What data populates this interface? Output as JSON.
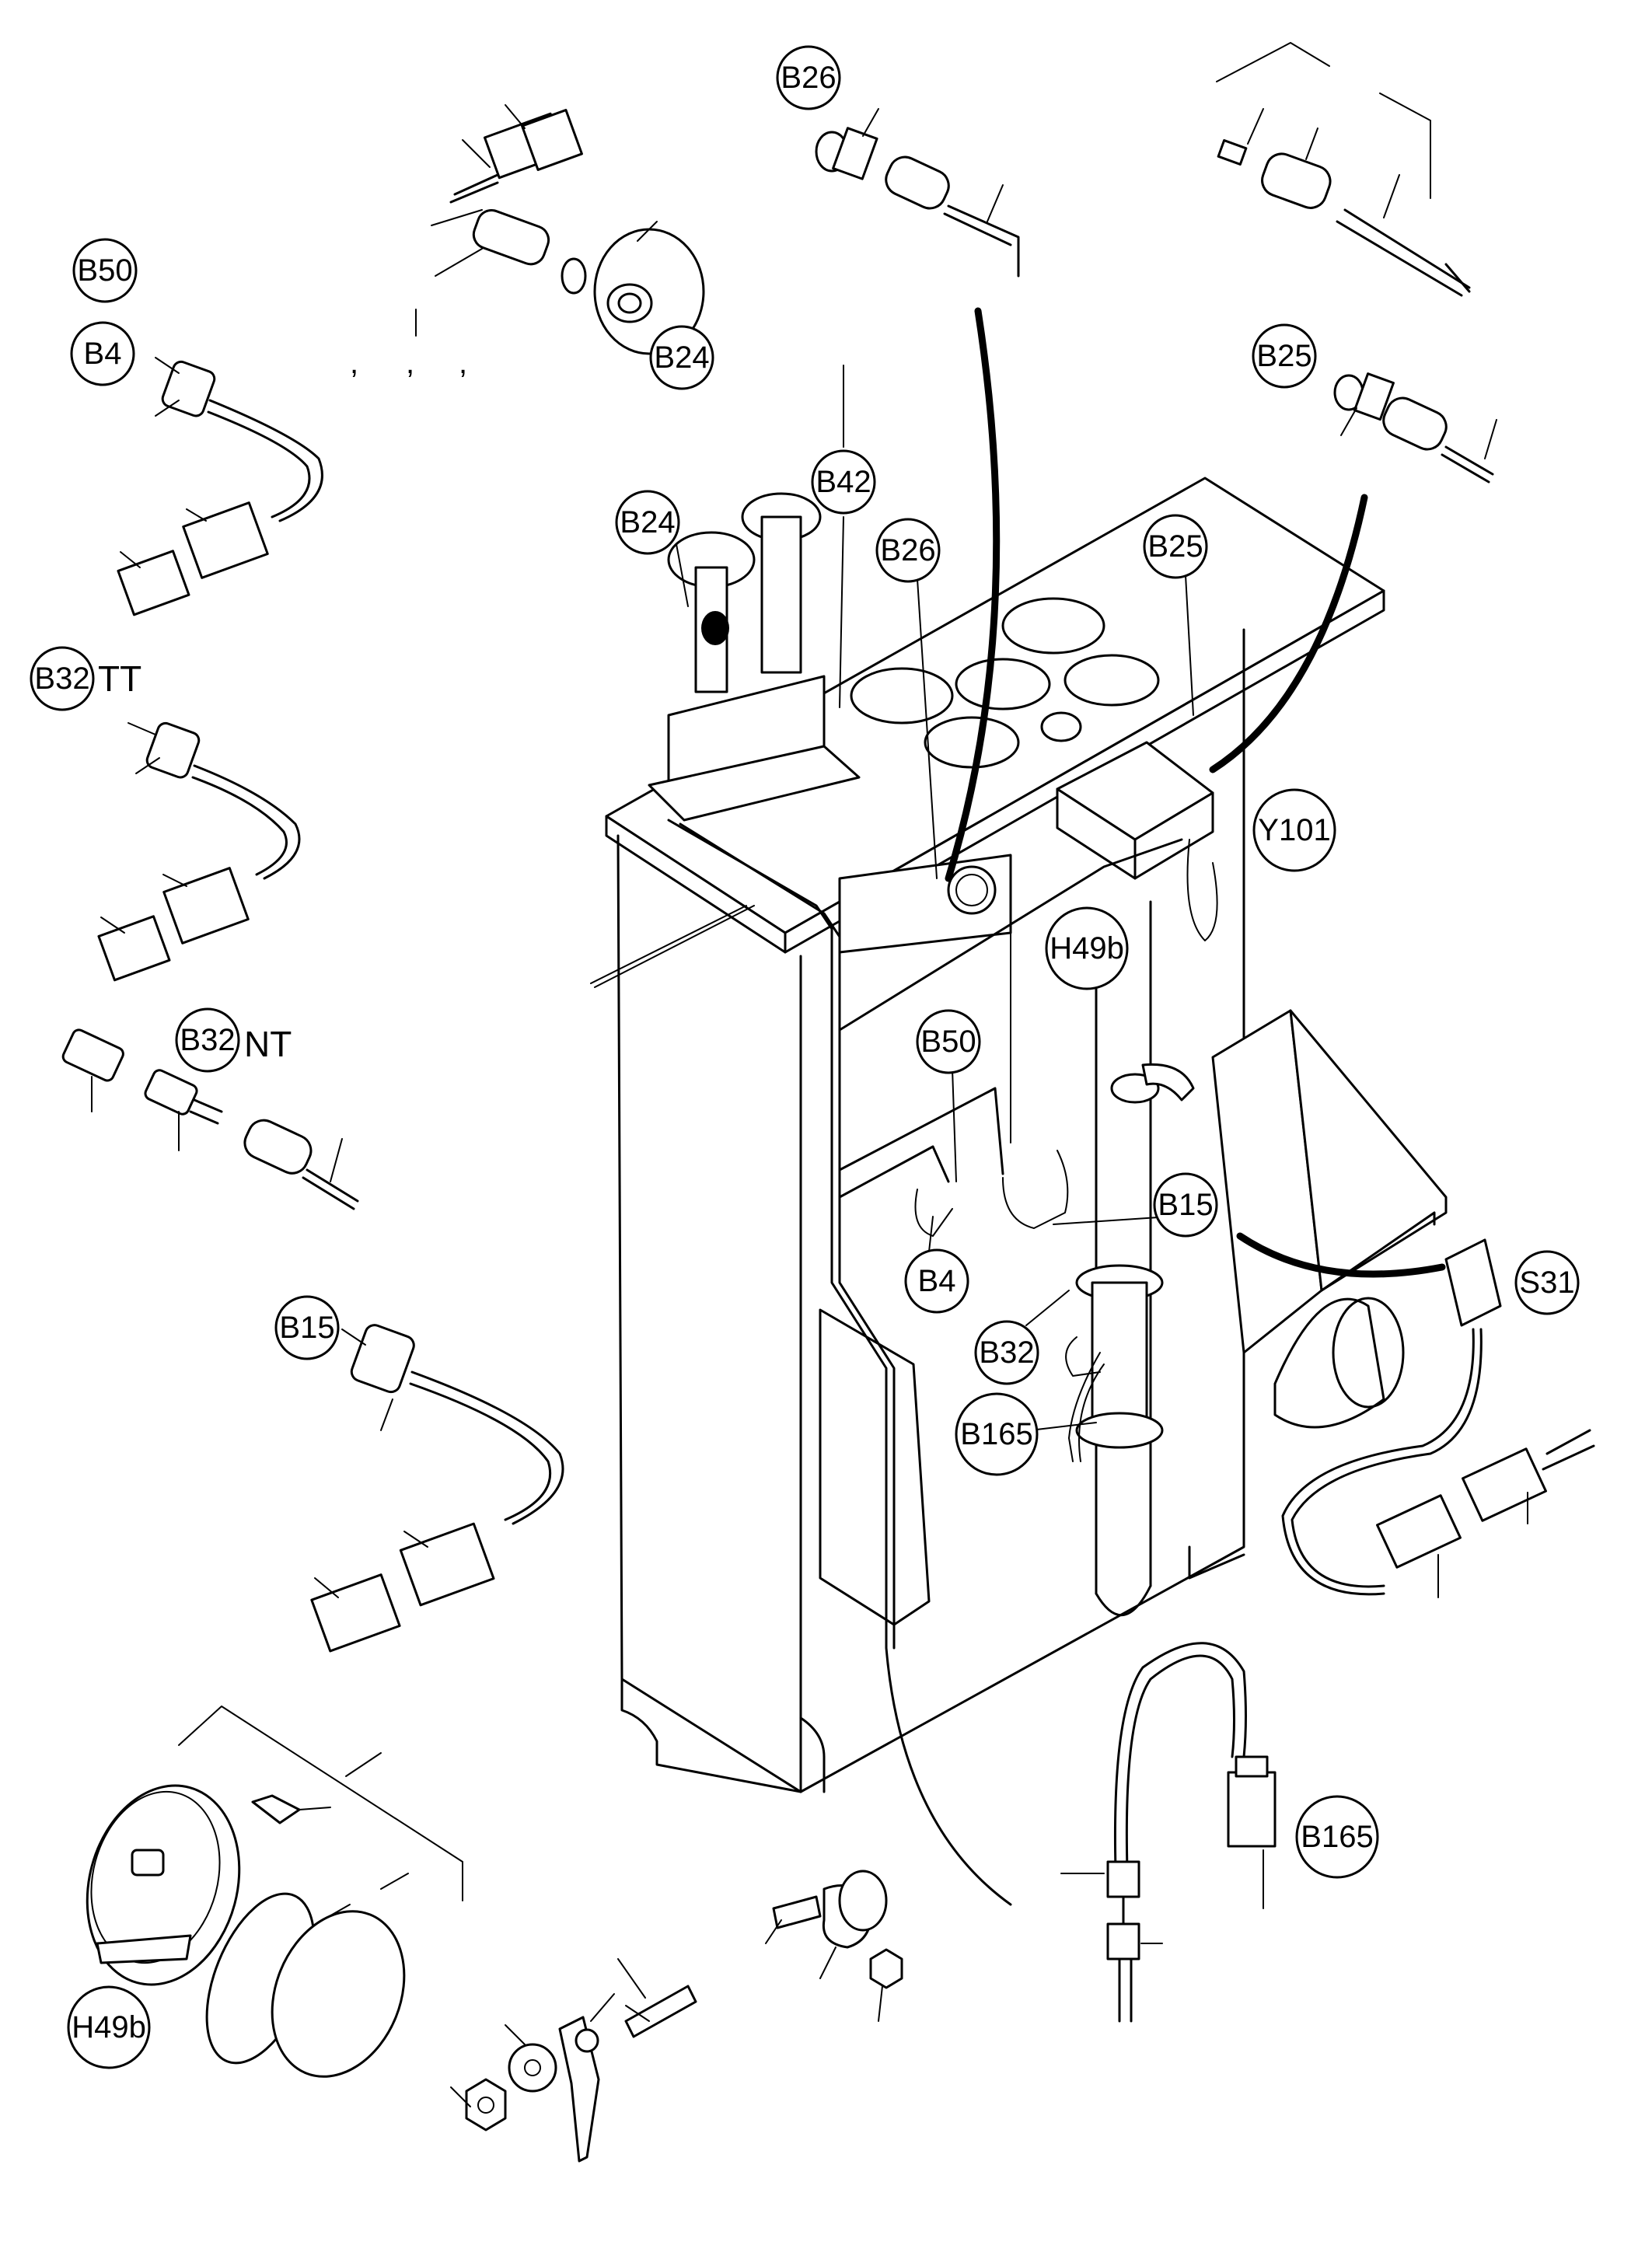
{
  "labels": {
    "b26_top": "B26",
    "b50_top": "B50",
    "b4_top": "B4",
    "b24_top": "B24",
    "b25_top": "B25",
    "b42": "B42",
    "b24_mid": "B24",
    "b26_mid": "B26",
    "b25_mid": "B25",
    "b32_tt": "B32",
    "b32_nt": "B32",
    "y101": "Y101",
    "h49b_mid": "H49b",
    "b50_mid": "B50",
    "b15_mid": "B15",
    "b4_mid": "B4",
    "s31": "S31",
    "b32_mid": "B32",
    "b165_mid": "B165",
    "b15_left": "B15",
    "b165_right": "B165",
    "h49b_left": "H49b"
  },
  "suffixes": {
    "tt": "TT",
    "nt": "NT"
  },
  "marks": {
    "comma_1": ",",
    "comma_2": ",",
    "comma_3": ","
  }
}
